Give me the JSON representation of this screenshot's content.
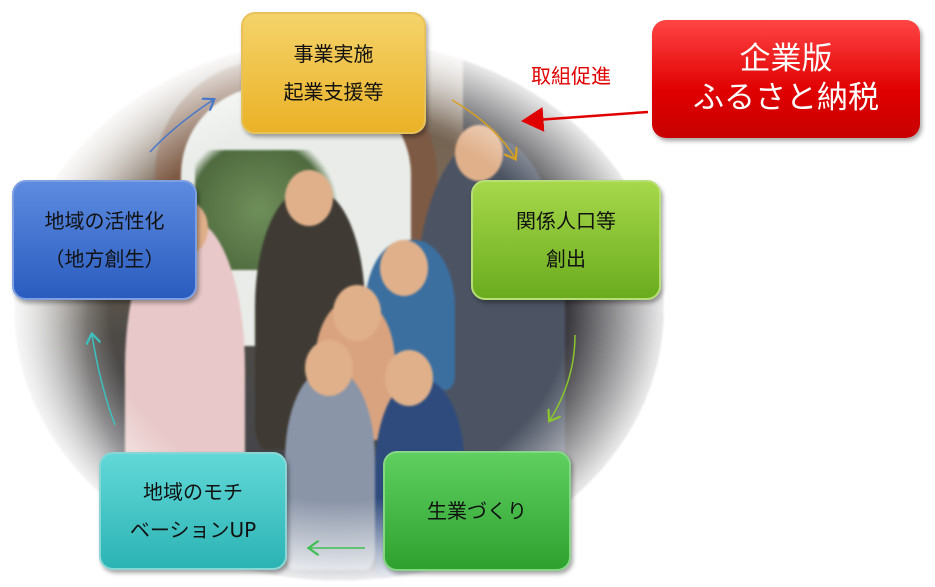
{
  "boxes": {
    "top": [
      "事業実施",
      "起業支援等"
    ],
    "right": [
      "関係人口等",
      "創出"
    ],
    "bottom": [
      "生業づくり"
    ],
    "left_bottom": [
      "地域のモチ",
      "ベーションUP"
    ],
    "left": [
      "地域の活性化",
      "（地方創生）"
    ]
  },
  "tax_box": [
    "企業版",
    "ふるさと納税"
  ],
  "promote_label": "取組促進",
  "colors": {
    "top": "#eab227",
    "right": "#6aac1e",
    "bottom": "#2ea12f",
    "left_bottom": "#2cb3b4",
    "left": "#2a5cbf",
    "tax": "#e00000"
  }
}
